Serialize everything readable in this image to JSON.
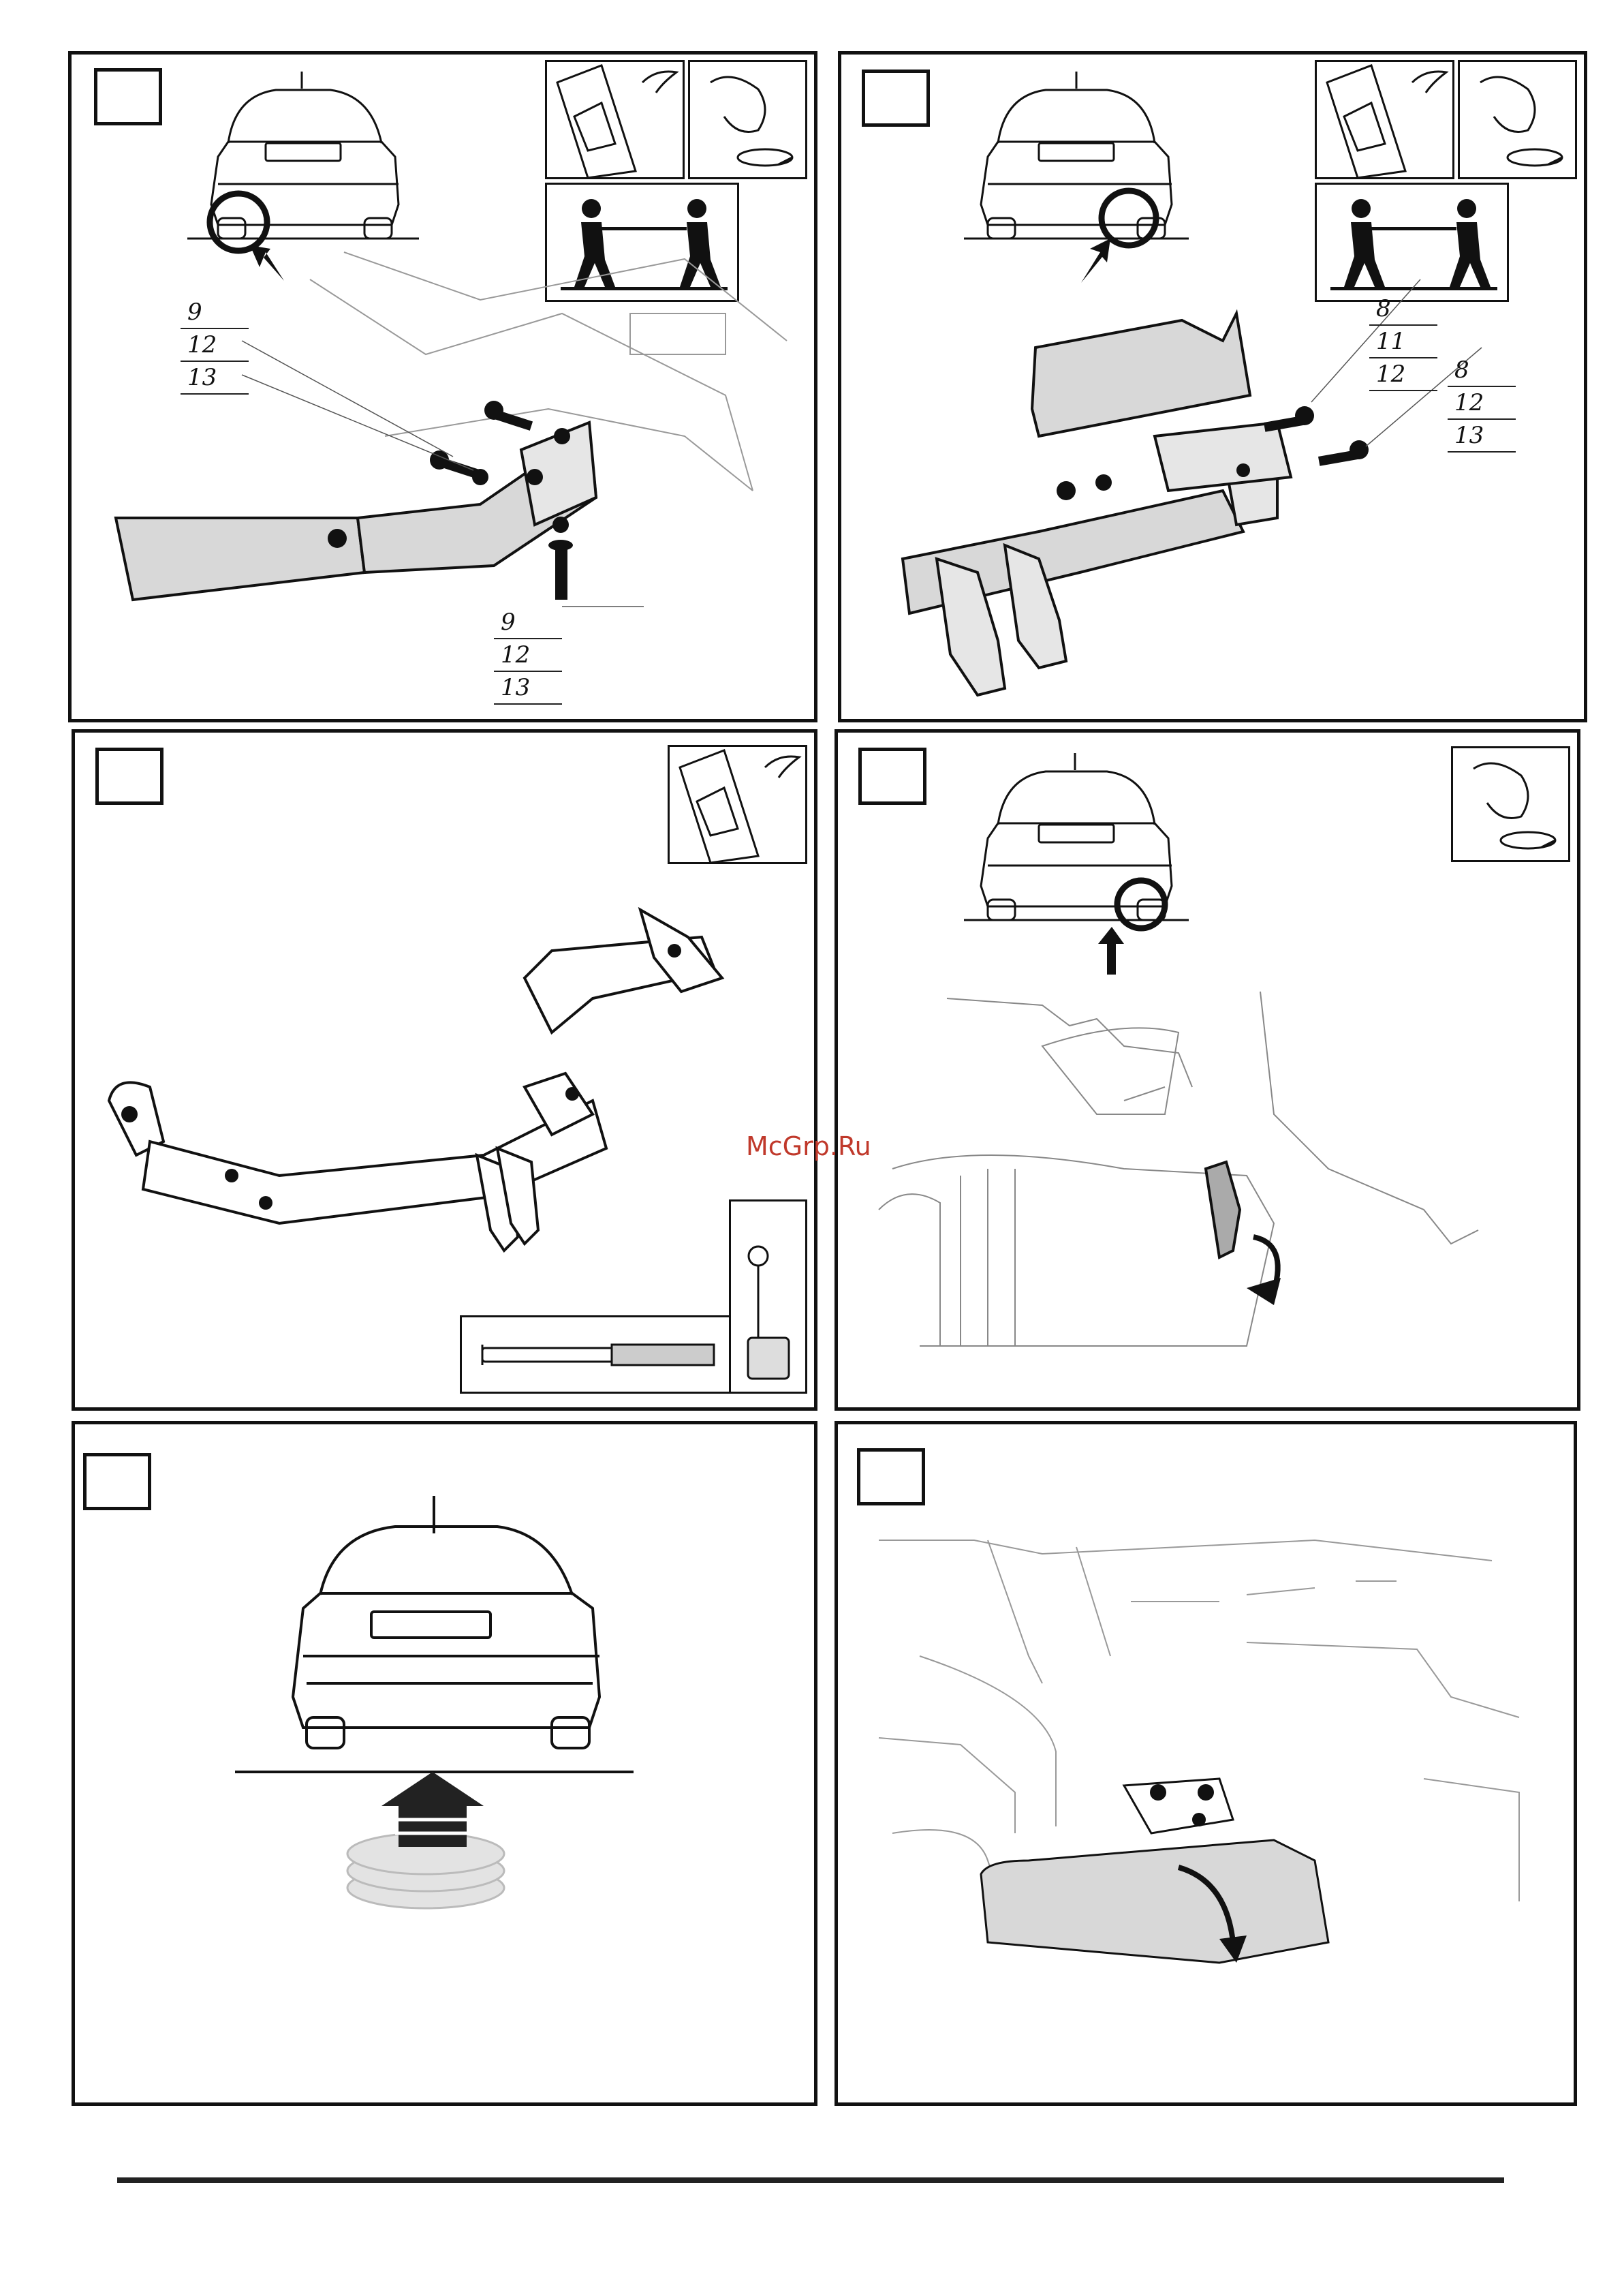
{
  "watermark": "McGrp.Ru",
  "panels": {
    "p1": {
      "callout_top": [
        "9",
        "12",
        "13"
      ],
      "callout_bottom": [
        "9",
        "12",
        "13"
      ]
    },
    "p2": {
      "callout_left": [
        "8",
        "11",
        "12"
      ],
      "callout_right": [
        "8",
        "12",
        "13"
      ]
    }
  }
}
